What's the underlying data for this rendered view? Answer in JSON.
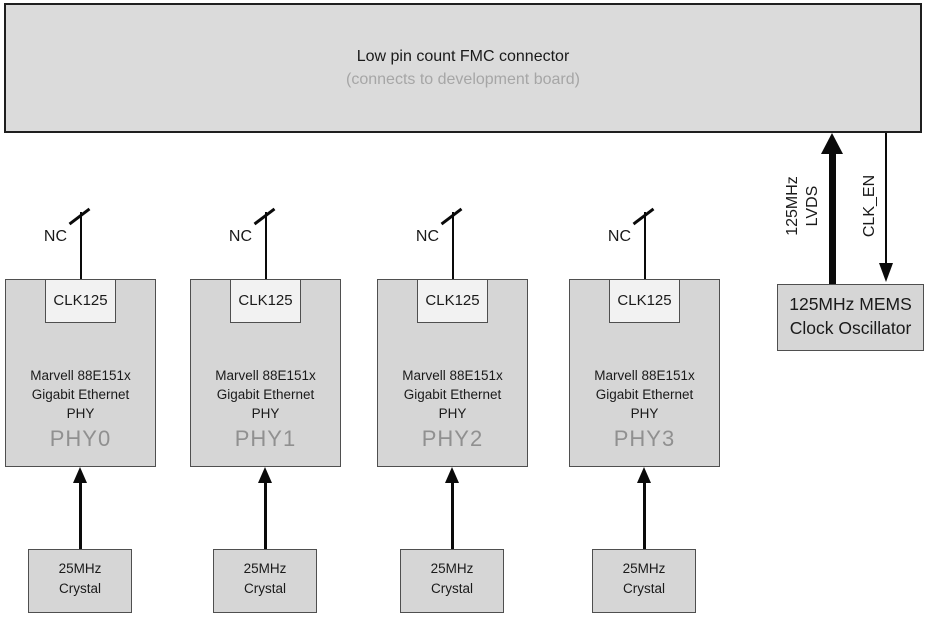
{
  "diagram": {
    "fmc": {
      "title": "Low pin count FMC connector",
      "subtitle": "(connects to development board)"
    },
    "phys": [
      {
        "nc_label": "NC",
        "clk_pin_label": "CLK125",
        "chip_line1": "Marvell 88E151x",
        "chip_line2": "Gigabit Ethernet",
        "chip_line3": "PHY",
        "name": "PHY0"
      },
      {
        "nc_label": "NC",
        "clk_pin_label": "CLK125",
        "chip_line1": "Marvell 88E151x",
        "chip_line2": "Gigabit Ethernet",
        "chip_line3": "PHY",
        "name": "PHY1"
      },
      {
        "nc_label": "NC",
        "clk_pin_label": "CLK125",
        "chip_line1": "Marvell 88E151x",
        "chip_line2": "Gigabit Ethernet",
        "chip_line3": "PHY",
        "name": "PHY2"
      },
      {
        "nc_label": "NC",
        "clk_pin_label": "CLK125",
        "chip_line1": "Marvell 88E151x",
        "chip_line2": "Gigabit Ethernet",
        "chip_line3": "PHY",
        "name": "PHY3"
      }
    ],
    "crystals": [
      {
        "line1": "25MHz",
        "line2": "Crystal"
      },
      {
        "line1": "25MHz",
        "line2": "Crystal"
      },
      {
        "line1": "25MHz",
        "line2": "Crystal"
      },
      {
        "line1": "25MHz",
        "line2": "Crystal"
      }
    ],
    "oscillator": {
      "line1": "125MHz MEMS",
      "line2": "Clock Oscillator"
    },
    "signals": {
      "lvds_line1": "125MHz",
      "lvds_line2": "LVDS",
      "clk_en": "CLK_EN"
    },
    "colors": {
      "box_fill": "#d6d6d6",
      "fmc_fill": "#dbdbdb",
      "pin_fill": "#f2f2f2",
      "box_border": "#4f4f4f",
      "fmc_border": "#1f1f1f",
      "line": "#0a0a0a",
      "text": "#1a1a1a",
      "phy_name_text": "#909090",
      "subtitle_text": "#a6a6a6"
    }
  }
}
